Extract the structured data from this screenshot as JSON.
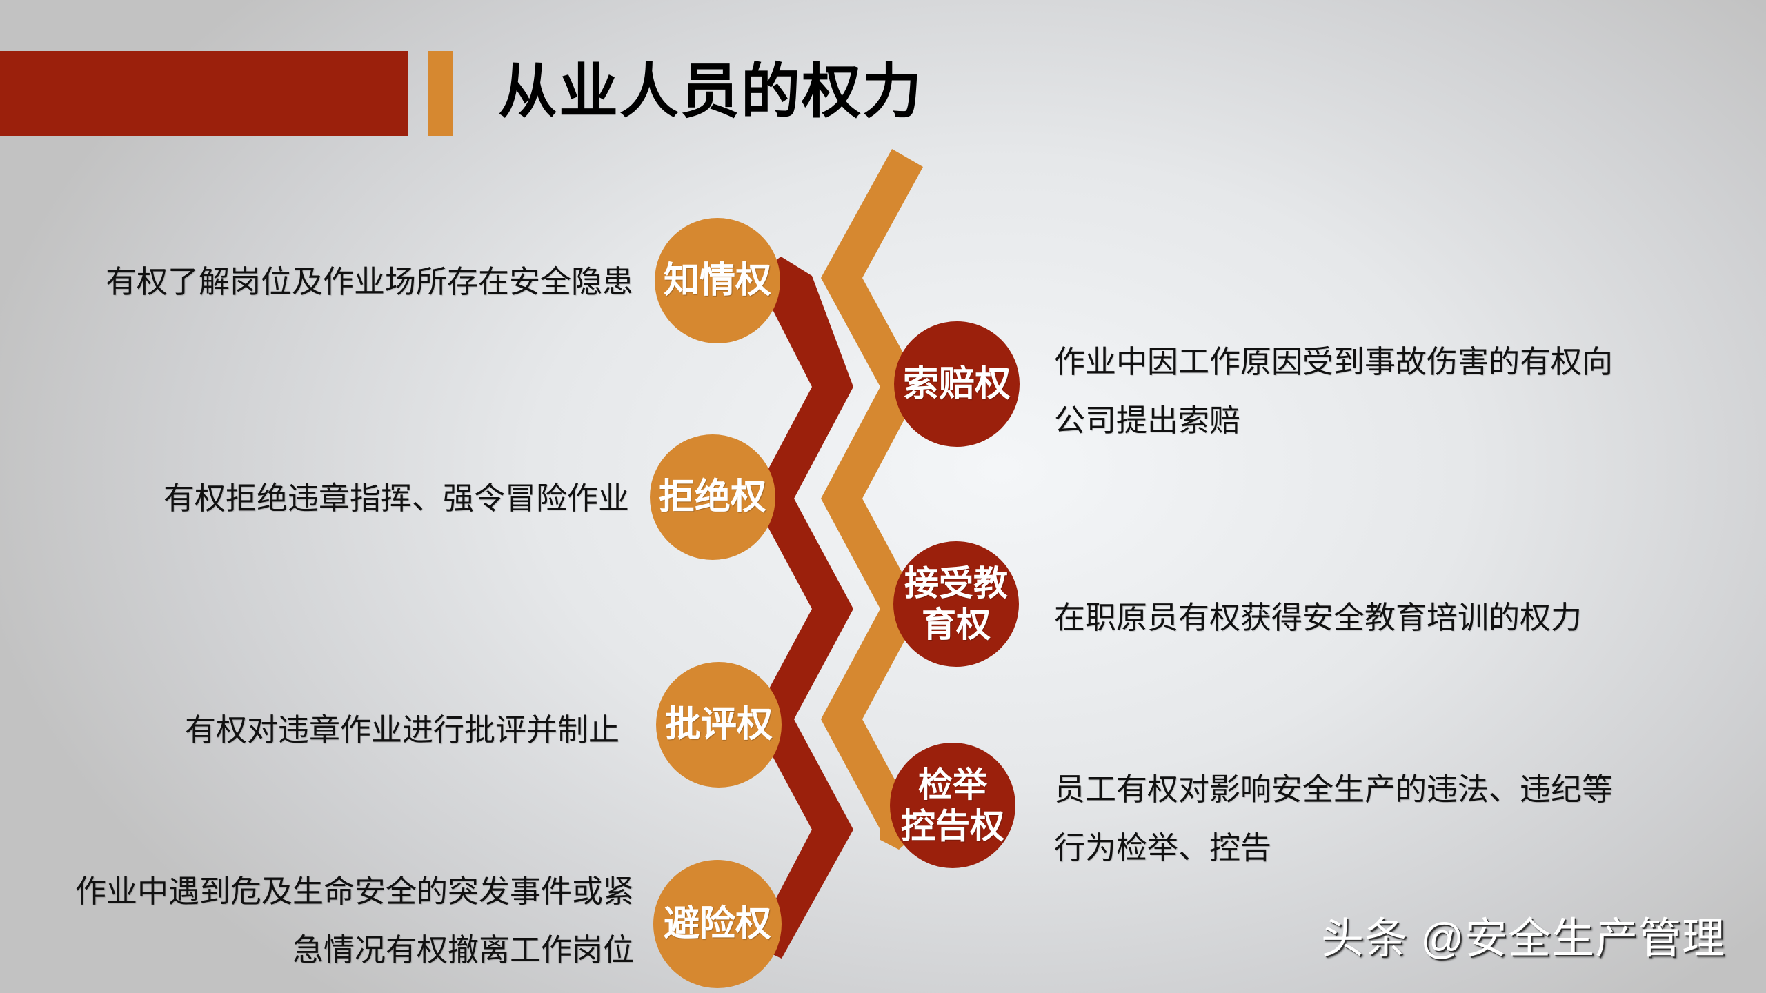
{
  "slide": {
    "title": "从业人员的权力",
    "colors": {
      "dark_red": "#9b200c",
      "orange": "#d68830",
      "text": "#111111"
    }
  },
  "rights": {
    "left": [
      {
        "name": "知情权",
        "description": "有权了解岗位及作业场所存在安全隐患"
      },
      {
        "name": "拒绝权",
        "description": "有权拒绝违章指挥、强令冒险作业"
      },
      {
        "name": "批评权",
        "description": "有权对违章作业进行批评并制止"
      },
      {
        "name": "避险权",
        "description": "作业中遇到危及生命安全的突发事件或紧\n急情况有权撤离工作岗位"
      }
    ],
    "right": [
      {
        "name": "索赔权",
        "description": "作业中因工作原因受到事故伤害的有权向\n公司提出索赔"
      },
      {
        "name": "接受教\n育权",
        "description": "在职原员有权获得安全教育培训的权力"
      },
      {
        "name": "检举\n控告权",
        "description": "员工有权对影响安全生产的违法、违纪等\n行为检举、控告"
      }
    ]
  },
  "watermark": "头条 @安全生产管理"
}
